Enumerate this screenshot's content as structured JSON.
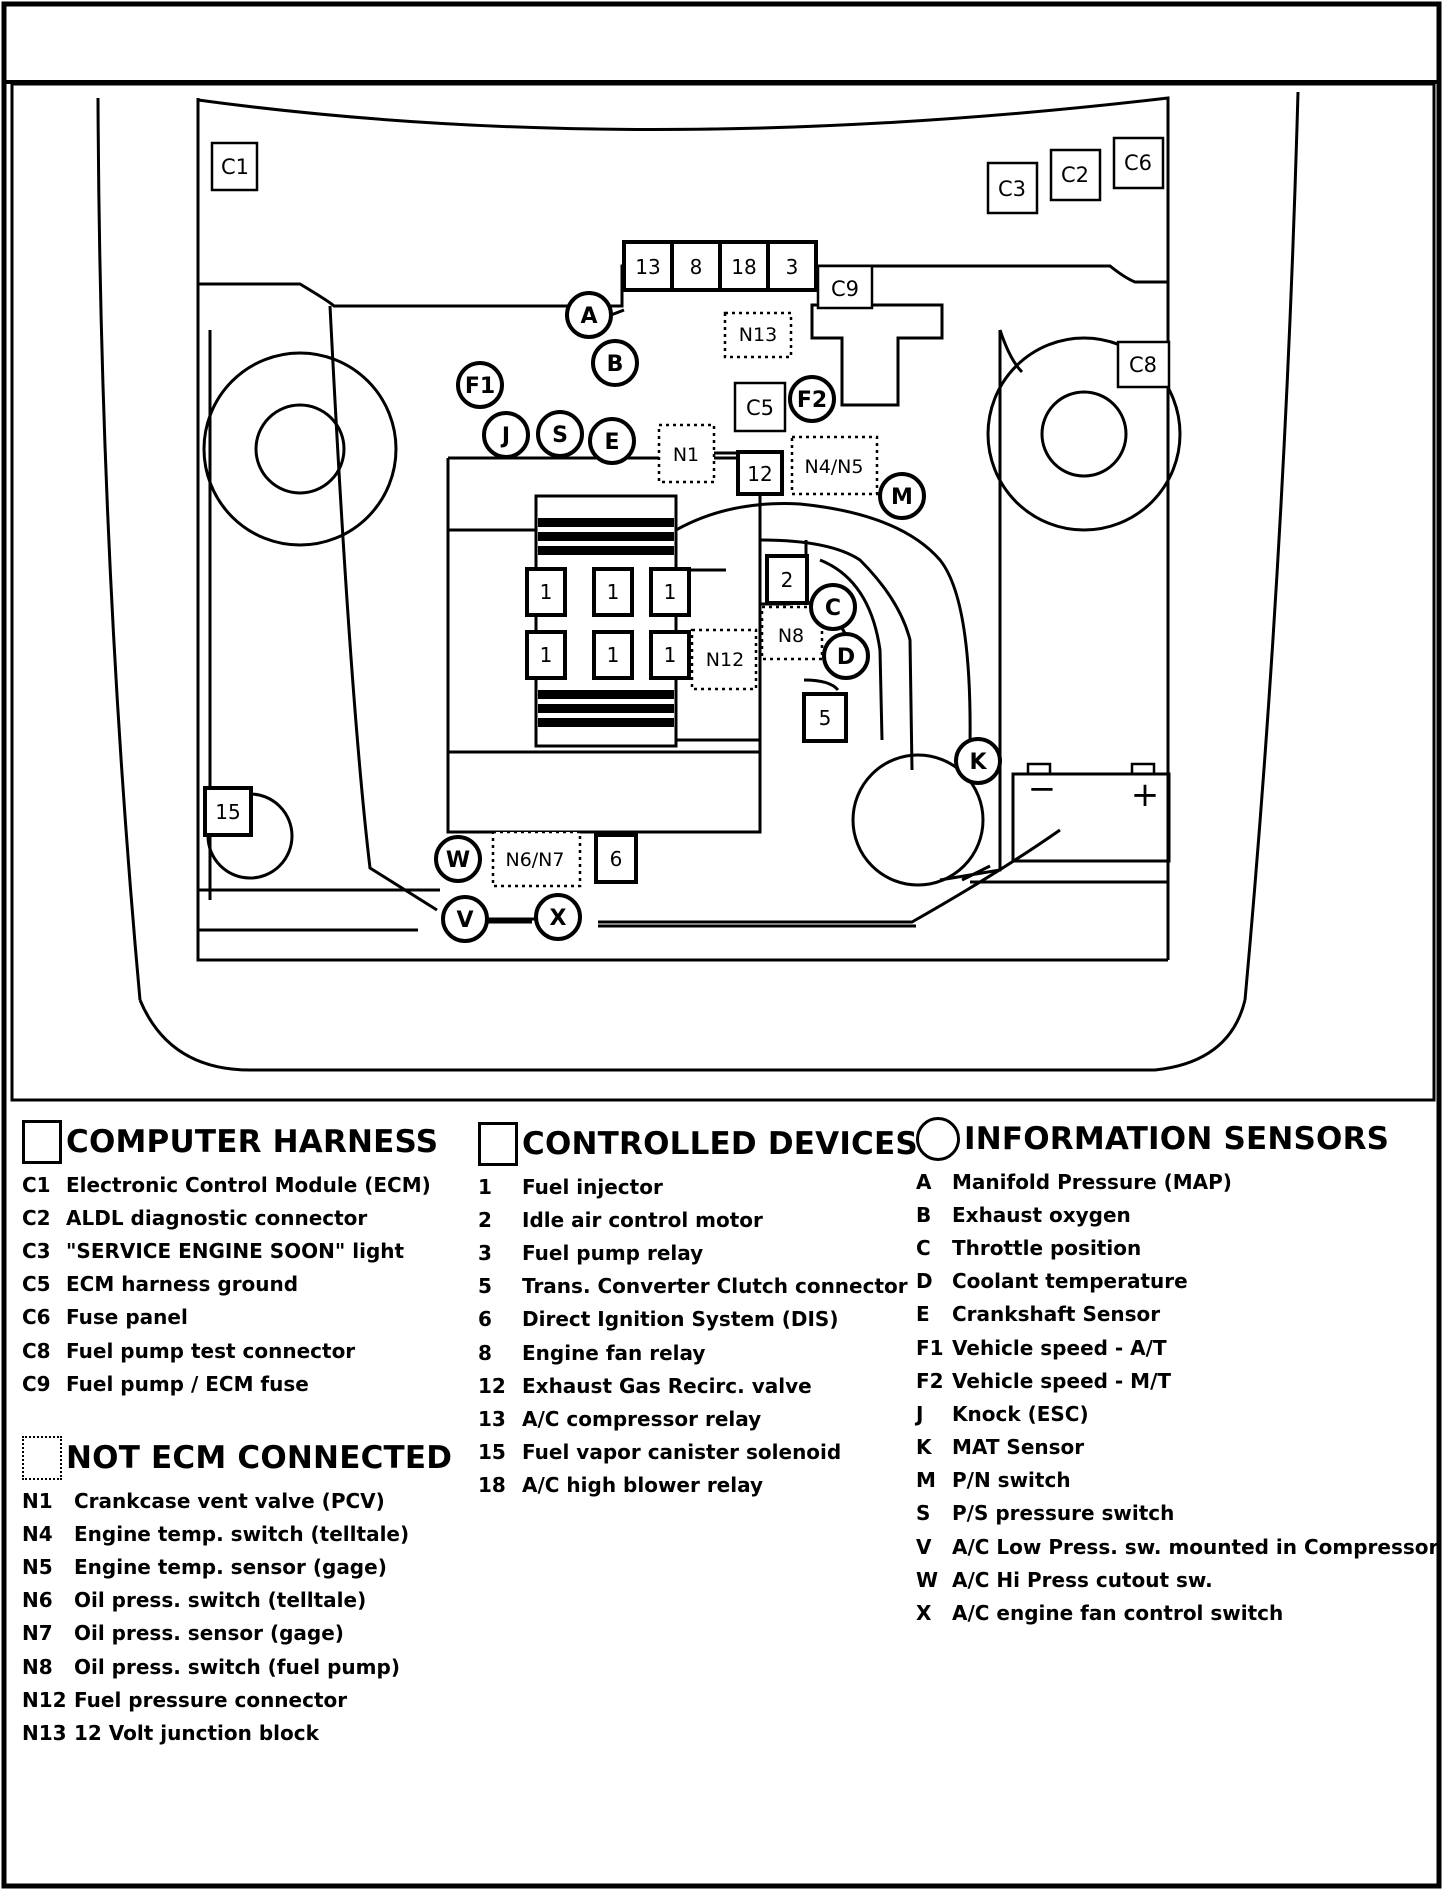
{
  "diagram": {
    "connectors": {
      "C1": "C1",
      "C2": "C2",
      "C3": "C3",
      "C5": "C5",
      "C6": "C6",
      "C8": "C8",
      "C9": "C9"
    },
    "devices": {
      "d13": "13",
      "d8": "8",
      "d18": "18",
      "d3": "3",
      "d12": "12",
      "d2": "2",
      "d5": "5",
      "d6": "6",
      "d15": "15",
      "d1": "1"
    },
    "not_ecm": {
      "N1": "N1",
      "N13": "N13",
      "N4N5": "N4/N5",
      "N8": "N8",
      "N12": "N12",
      "N6N7": "N6/N7"
    },
    "sensors": {
      "A": "A",
      "B": "B",
      "C": "C",
      "D": "D",
      "E": "E",
      "F1": "F1",
      "F2": "F2",
      "J": "J",
      "K": "K",
      "M": "M",
      "S": "S",
      "V": "V",
      "W": "W",
      "X": "X"
    },
    "battery_minus": "−",
    "battery_plus": "+"
  },
  "legend": {
    "computer_harness": {
      "title": "COMPUTER HARNESS",
      "items": [
        {
          "code": "C1",
          "desc": "Electronic Control Module (ECM)"
        },
        {
          "code": "C2",
          "desc": "ALDL diagnostic connector"
        },
        {
          "code": "C3",
          "desc": "\"SERVICE ENGINE SOON\" light"
        },
        {
          "code": "C5",
          "desc": "ECM harness ground"
        },
        {
          "code": "C6",
          "desc": "Fuse panel"
        },
        {
          "code": "C8",
          "desc": "Fuel pump test connector"
        },
        {
          "code": "C9",
          "desc": "Fuel pump / ECM fuse"
        }
      ]
    },
    "not_ecm_connected": {
      "title": "NOT ECM CONNECTED",
      "items": [
        {
          "code": "N1",
          "desc": "Crankcase vent valve (PCV)"
        },
        {
          "code": "N4",
          "desc": "Engine temp. switch (telltale)"
        },
        {
          "code": "N5",
          "desc": "Engine temp. sensor (gage)"
        },
        {
          "code": "N6",
          "desc": "Oil press. switch (telltale)"
        },
        {
          "code": "N7",
          "desc": "Oil press. sensor (gage)"
        },
        {
          "code": "N8",
          "desc": "Oil press. switch (fuel pump)"
        },
        {
          "code": "N12",
          "desc": "Fuel pressure connector"
        },
        {
          "code": "N13",
          "desc": "12 Volt junction block"
        }
      ]
    },
    "controlled_devices": {
      "title": "CONTROLLED DEVICES",
      "items": [
        {
          "code": "1",
          "desc": "Fuel injector"
        },
        {
          "code": "2",
          "desc": "Idle air control motor"
        },
        {
          "code": "3",
          "desc": "Fuel pump relay"
        },
        {
          "code": "5",
          "desc": "Trans. Converter Clutch connector"
        },
        {
          "code": "6",
          "desc": "Direct Ignition System (DIS)"
        },
        {
          "code": "8",
          "desc": "Engine fan relay"
        },
        {
          "code": "12",
          "desc": "Exhaust Gas Recirc. valve"
        },
        {
          "code": "13",
          "desc": "A/C compressor relay"
        },
        {
          "code": "15",
          "desc": "Fuel vapor canister solenoid"
        },
        {
          "code": "18",
          "desc": "A/C high blower relay"
        }
      ]
    },
    "information_sensors": {
      "title": "INFORMATION SENSORS",
      "items": [
        {
          "code": "A",
          "desc": "Manifold Pressure (MAP)"
        },
        {
          "code": "B",
          "desc": "Exhaust oxygen"
        },
        {
          "code": "C",
          "desc": "Throttle position"
        },
        {
          "code": "D",
          "desc": "Coolant temperature"
        },
        {
          "code": "E",
          "desc": "Crankshaft Sensor"
        },
        {
          "code": "F1",
          "desc": "Vehicle speed - A/T"
        },
        {
          "code": "F2",
          "desc": "Vehicle speed - M/T"
        },
        {
          "code": "J",
          "desc": "Knock (ESC)"
        },
        {
          "code": "K",
          "desc": "MAT Sensor"
        },
        {
          "code": "M",
          "desc": "P/N switch"
        },
        {
          "code": "S",
          "desc": "P/S pressure switch"
        },
        {
          "code": "V",
          "desc": "A/C Low Press. sw. mounted in Compressor"
        },
        {
          "code": "W",
          "desc": "A/C Hi Press cutout sw."
        },
        {
          "code": "X",
          "desc": "A/C engine fan control switch"
        }
      ]
    }
  }
}
